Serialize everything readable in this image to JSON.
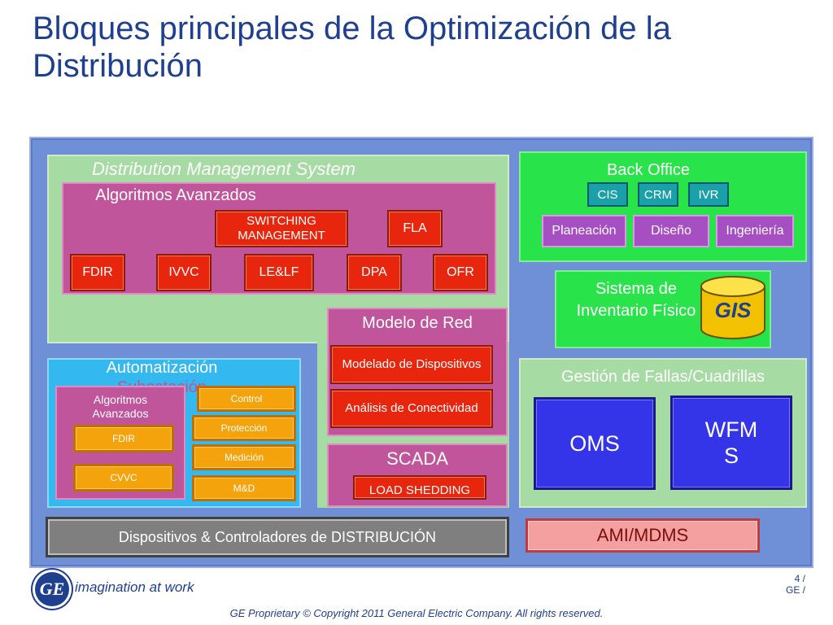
{
  "title": "Bloques principales de la Optimización de la Distribución",
  "dms": {
    "label": "Distribution Management System",
    "algoritmos": {
      "label": "Algoritmos Avanzados",
      "top": [
        "SWITCHING MANAGEMENT",
        "FLA"
      ],
      "bottom": [
        "FDIR",
        "IVVC",
        "LE&LF",
        "DPA",
        "OFR"
      ]
    },
    "modelo": {
      "label": "Modelo de Red",
      "items": [
        "Modelado de Dispositivos",
        "Análisis de Conectividad"
      ]
    },
    "scada": {
      "label": "SCADA",
      "load_shedding": "LOAD SHEDDING"
    },
    "automatizacion": {
      "label": "Automatización",
      "sublabel": "Subestación",
      "algoritmos": {
        "label": "Algoritmos Avanzados",
        "items": [
          "FDIR",
          "CVVC"
        ]
      },
      "items": [
        "Control",
        "Protección",
        "Medición",
        "M&D"
      ]
    }
  },
  "back_office": {
    "label": "Back Office",
    "small": [
      "CIS",
      "CRM",
      "IVR"
    ],
    "large": [
      "Planeación",
      "Diseño",
      "Ingeniería"
    ]
  },
  "inventario": {
    "label": "Sistema de Inventario Físico",
    "gis": "GIS"
  },
  "fallas": {
    "label": "Gestión de Fallas/Cuadrillas",
    "oms": "OMS",
    "wfms": "WFM S"
  },
  "dispositivos": "Dispositivos & Controladores de DISTRIBUCIÓN",
  "ami": "AMI/MDMS",
  "brand": {
    "logo_text": "GE",
    "tagline": "imagination at work"
  },
  "page": {
    "number": "4 /",
    "ge": "GE /"
  },
  "footer": "GE Proprietary © Copyright 2011 General Electric Company. All rights reserved.",
  "colors": {
    "title": "#1f3f8f",
    "frame": "#6f8fd6",
    "dms": "#a6dba3",
    "magenta": "#c0559b",
    "red": "#e8260e",
    "green": "#29e34a",
    "blue": "#3434e8",
    "orange": "#f4a30c",
    "sky": "#33b8f0"
  }
}
